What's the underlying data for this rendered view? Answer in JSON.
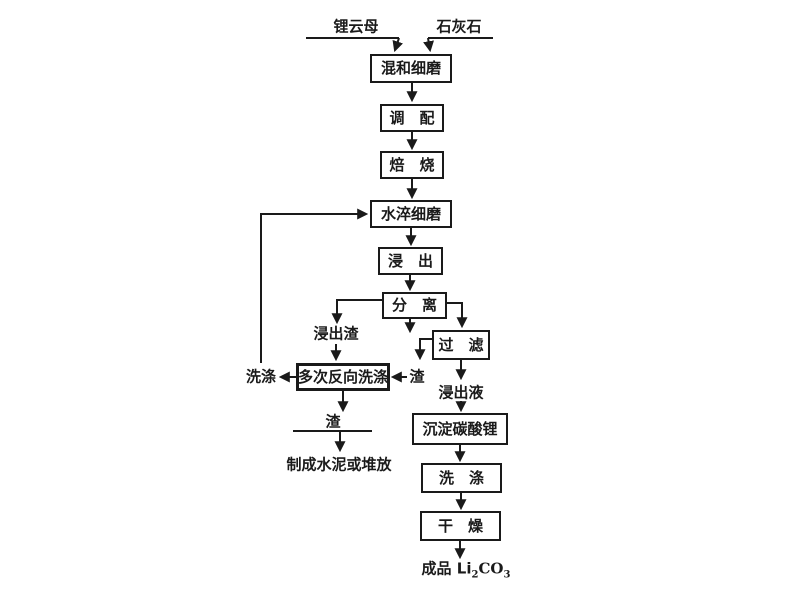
{
  "flowchart": {
    "inputs": {
      "left": "锂云母",
      "right": "石灰石"
    },
    "boxes": {
      "mix_grind": "混和细磨",
      "blend": "调　配",
      "roast": "焙　烧",
      "quench_grind": "水淬细磨",
      "leach": "浸　出",
      "separate": "分　离",
      "filter": "过　滤",
      "counter_wash": "多次反向洗涤",
      "precipitate": "沉淀碳酸锂",
      "wash": "洗　涤",
      "dry": "干　燥"
    },
    "labels": {
      "leach_residue": "浸出渣",
      "wash_water": "洗涤",
      "residue_mid": "渣",
      "residue_bottom": "渣",
      "cement_or_stockpile": "制成水泥或堆放",
      "leachate": "浸出液"
    },
    "product": {
      "prefix": "成品 Li",
      "sub1": "2",
      "mid": "CO",
      "sub2": "3"
    },
    "colors": {
      "ink": "#1a1a1a",
      "background": "#ffffff"
    }
  }
}
